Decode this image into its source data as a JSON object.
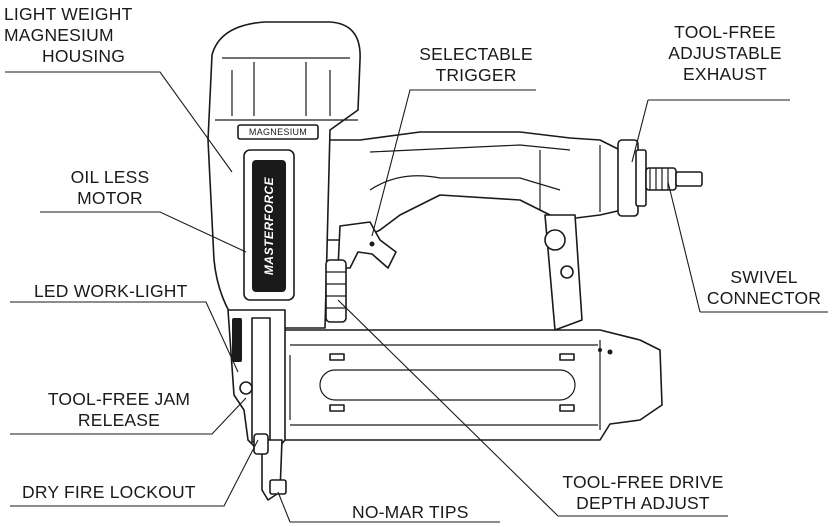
{
  "product": {
    "brand_badge": "MASTERFORCE",
    "housing_plate": "MAGNESIUM"
  },
  "callouts": {
    "housing": [
      "LIGHT WEIGHT",
      "MAGNESIUM",
      "HOUSING"
    ],
    "motor": [
      "OIL LESS",
      "MOTOR"
    ],
    "led": [
      "LED WORK-LIGHT"
    ],
    "jam": [
      "TOOL-FREE JAM",
      "RELEASE"
    ],
    "lockout": [
      "DRY FIRE LOCKOUT"
    ],
    "trigger": [
      "SELECTABLE",
      "TRIGGER"
    ],
    "exhaust": [
      "TOOL-FREE",
      "ADJUSTABLE",
      "EXHAUST"
    ],
    "swivel": [
      "SWIVEL",
      "CONNECTOR"
    ],
    "depth": [
      "TOOL-FREE DRIVE",
      "DEPTH ADJUST"
    ],
    "tips": [
      "NO-MAR TIPS"
    ]
  }
}
